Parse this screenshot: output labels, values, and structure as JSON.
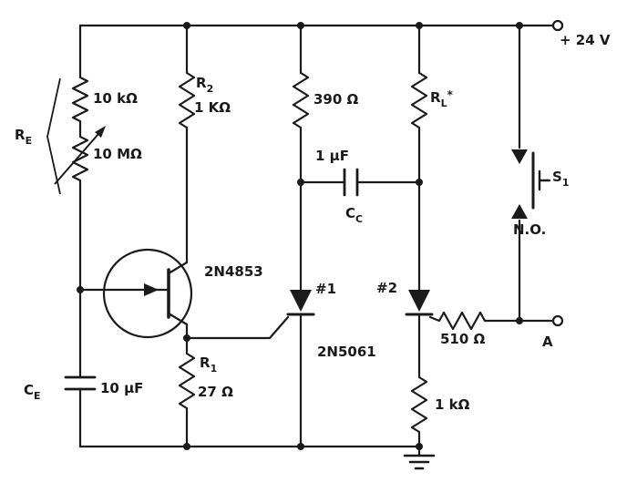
{
  "style": {
    "ink": "#1a1a1a",
    "background": "#ffffff"
  },
  "labels": {
    "supply": "+ 24 V",
    "re": {
      "base": "R",
      "sub": "E"
    },
    "re_fixed": "10 kΩ",
    "re_var": "10 MΩ",
    "r2": {
      "base": "R",
      "sub": "2"
    },
    "r2_value": "1 KΩ",
    "r390": "390 Ω",
    "rl": {
      "base": "R",
      "sub": "L",
      "star": "*"
    },
    "cc": {
      "base": "C",
      "sub": "C"
    },
    "cc_value": "1 μF",
    "ujt_part": "2N4853",
    "scr1_tag": "#1",
    "scr2_tag": "#2",
    "scr_part": "2N5061",
    "r510": "510 Ω",
    "r1k": "1 kΩ",
    "r1": {
      "base": "R",
      "sub": "1"
    },
    "r1_value": "27 Ω",
    "ce": {
      "base": "C",
      "sub": "E"
    },
    "ce_value": "10 μF",
    "s1": {
      "base": "S",
      "sub": "1"
    },
    "s1_state": "N.O.",
    "point_a": "A"
  }
}
